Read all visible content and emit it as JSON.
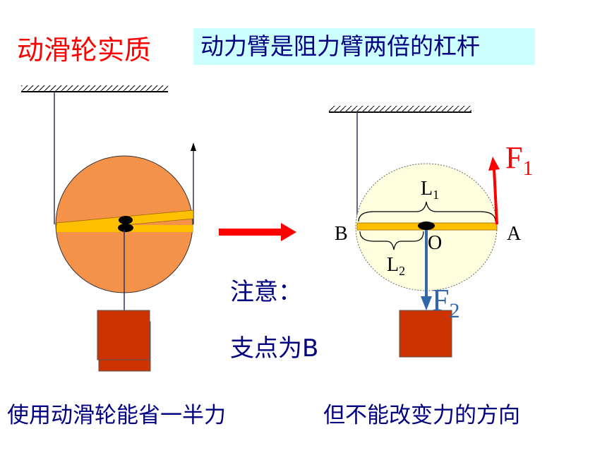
{
  "header": {
    "title": "动滑轮实质",
    "subtitle": "动力臂是阻力臂两倍的杠杆"
  },
  "diagram": {
    "label_F1": "F",
    "label_F1_sub": "1",
    "label_F2": "F",
    "label_F2_sub": "2",
    "label_L1": "L",
    "label_L1_sub": "1",
    "label_L2": "L",
    "label_L2_sub": "2",
    "label_B": "B",
    "label_O": "O",
    "label_A": "A",
    "colors": {
      "pulley_fill": "#f4924a",
      "lever": "#ffc000",
      "f1_arrow": "#ff0000",
      "f2_arrow": "#3366aa",
      "block": "#cc3300",
      "big_arrow": "#ff0000",
      "circle_right": "#ffffe0"
    }
  },
  "notes": {
    "attention": "注意：",
    "fulcrum": "支点为B"
  },
  "footer": {
    "left": "使用动滑轮能省一半力",
    "right": "但不能改变力的方向"
  }
}
